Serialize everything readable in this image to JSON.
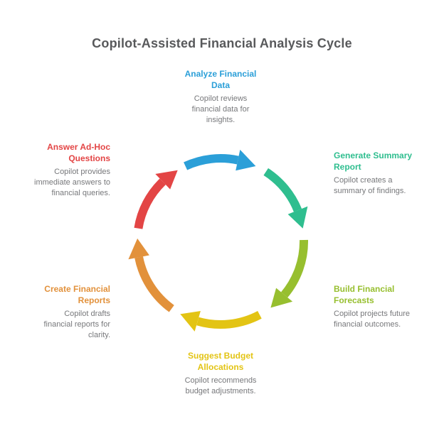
{
  "title": "Copilot-Assisted Financial Analysis Cycle",
  "colors": {
    "heading": "#58595B",
    "description_text": "#77787B",
    "background": "#FFFFFF"
  },
  "steps": [
    {
      "title": "Analyze Financial\nData",
      "description": "Copilot reviews\nfinancial data for\ninsights.",
      "color": "#2B9FD8",
      "position": "top"
    },
    {
      "title": "Generate Summary\nReport",
      "description": "Copilot creates a\nsummary of findings.",
      "color": "#2FBE8F",
      "position": "right-top"
    },
    {
      "title": "Build Financial\nForecasts",
      "description": "Copilot projects future\nfinancial outcomes.",
      "color": "#97BF2F",
      "position": "right-bottom"
    },
    {
      "title": "Suggest Budget\nAllocations",
      "description": "Copilot recommends\nbudget adjustments.",
      "color": "#E3C414",
      "position": "bottom"
    },
    {
      "title": "Create Financial\nReports",
      "description": "Copilot drafts\nfinancial reports for\nclarity.",
      "color": "#E2913B",
      "position": "left-bottom"
    },
    {
      "title": "Answer Ad-Hoc\nQuestions",
      "description": "Copilot provides\nimmediate answers to\nfinancial queries.",
      "color": "#E34545",
      "position": "left-top"
    }
  ]
}
